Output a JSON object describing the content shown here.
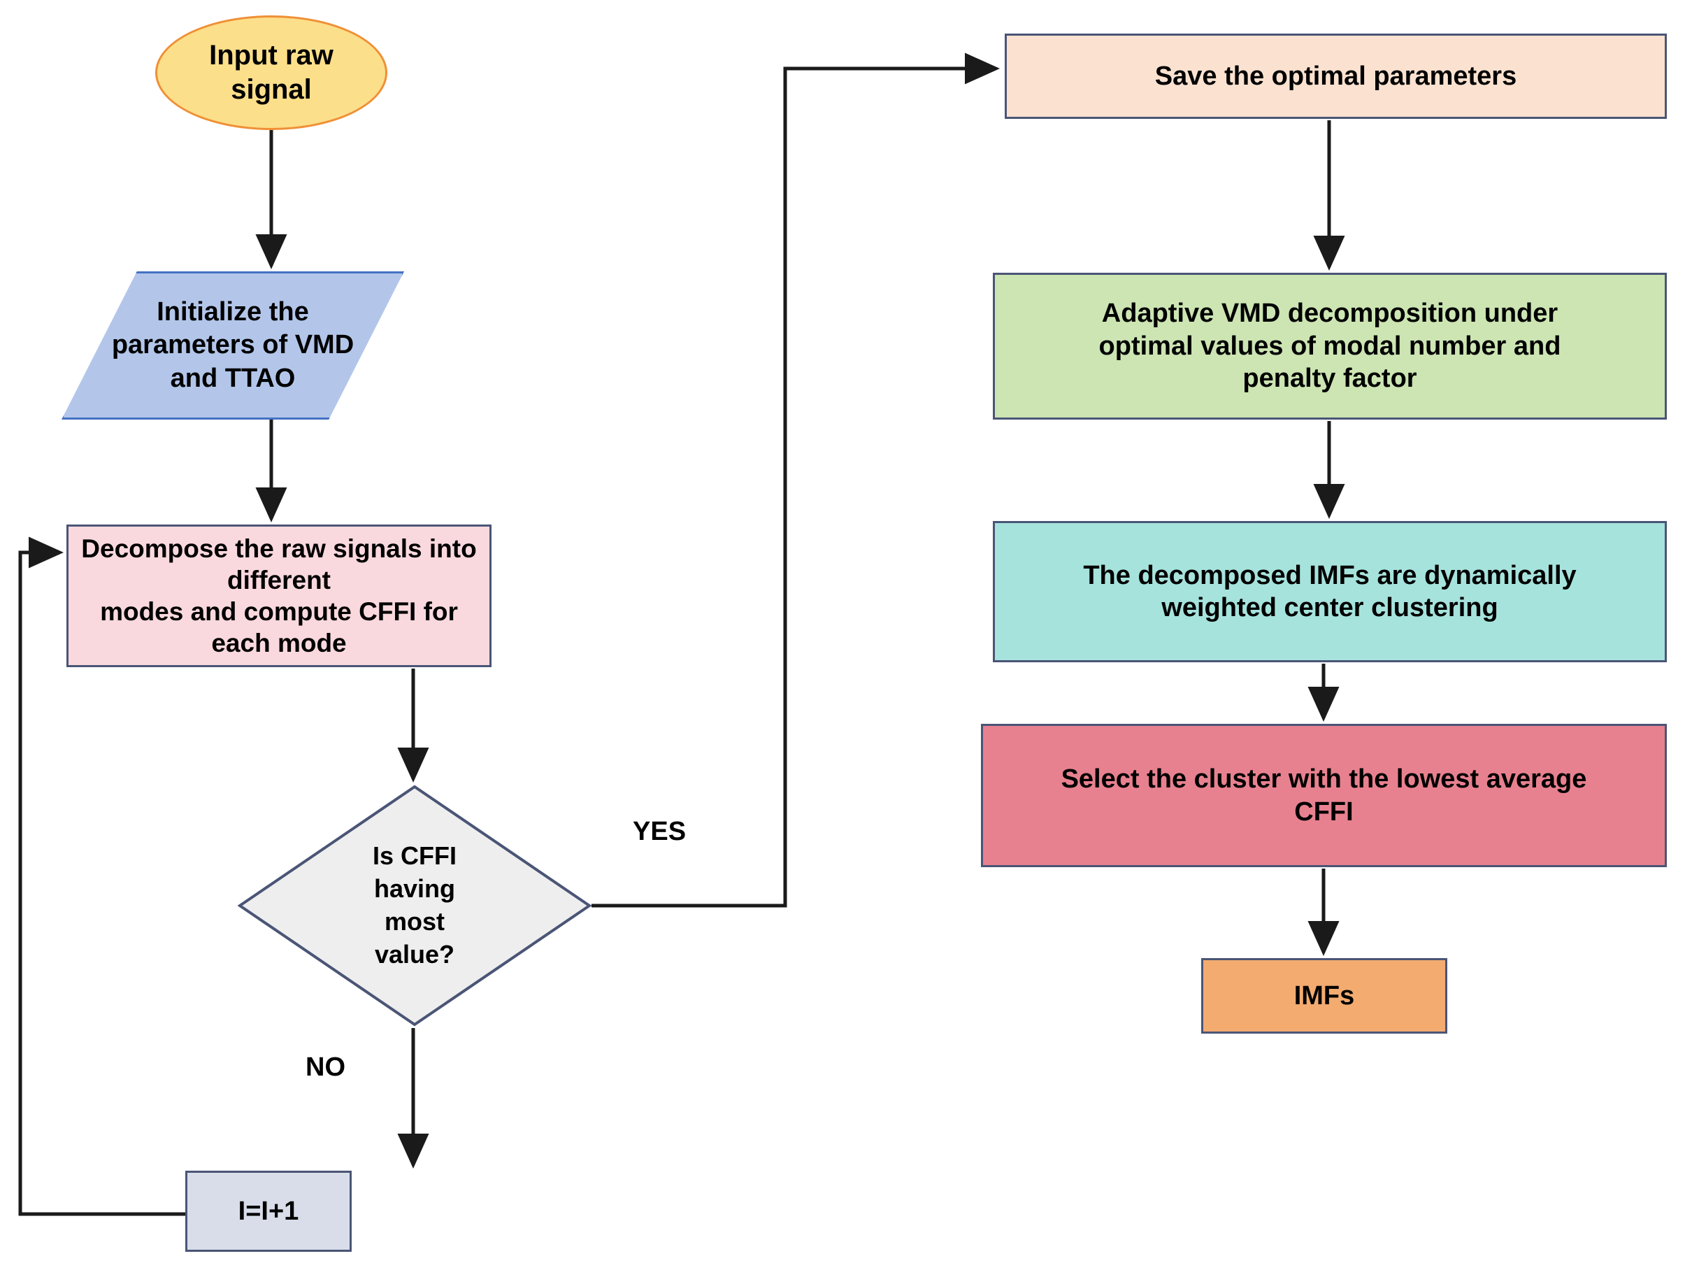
{
  "diagram": {
    "title": "Adaptive VMD with TTAO optimization flowchart",
    "nodes": {
      "start": {
        "label": "Input raw\nsignal",
        "shape": "ellipse",
        "fill": "#fcdf8a",
        "stroke": "#ef8f35"
      },
      "initialize": {
        "label": "Initialize the\nparameters of VMD\nand TTAO",
        "shape": "parallelogram",
        "fill": "#b3c6ea",
        "stroke": "#4472c4"
      },
      "decompose": {
        "label": "Decompose the raw signals into different\nmodes and compute CFFI for each mode",
        "shape": "process",
        "fill": "#fad9de",
        "stroke": "#4a5576"
      },
      "decision": {
        "label": "Is CFFI\nhaving\nmost\nvalue?",
        "shape": "diamond",
        "fill": "#eeeeee",
        "stroke": "#4a5576"
      },
      "iterate": {
        "label": "I=I+1",
        "shape": "process",
        "fill": "#d8dde9",
        "stroke": "#4a5576"
      },
      "save": {
        "label": "Save the optimal parameters",
        "shape": "process",
        "fill": "#fbe2d0",
        "stroke": "#4a5576"
      },
      "adaptive": {
        "label": "Adaptive VMD decomposition under\noptimal values of modal number and\npenalty factor",
        "shape": "process",
        "fill": "#cce5b3",
        "stroke": "#4a5576"
      },
      "cluster": {
        "label": "The decomposed IMFs are dynamically\nweighted center clustering",
        "shape": "process",
        "fill": "#a6e3dd",
        "stroke": "#4a5576"
      },
      "select": {
        "label": "Select the cluster with the lowest average\nCFFI",
        "shape": "process",
        "fill": "#e8818f",
        "stroke": "#4a5576"
      },
      "imfs": {
        "label": "IMFs",
        "shape": "process",
        "fill": "#f3ab70",
        "stroke": "#4a5576"
      }
    },
    "edge_labels": {
      "yes": "YES",
      "no": "NO"
    },
    "edges": [
      {
        "from": "start",
        "to": "initialize",
        "label": ""
      },
      {
        "from": "initialize",
        "to": "decompose",
        "label": ""
      },
      {
        "from": "decompose",
        "to": "decision",
        "label": ""
      },
      {
        "from": "decision",
        "to": "save",
        "label": "YES"
      },
      {
        "from": "decision",
        "to": "iterate",
        "label": "NO"
      },
      {
        "from": "iterate",
        "to": "decompose",
        "label": ""
      },
      {
        "from": "save",
        "to": "adaptive",
        "label": ""
      },
      {
        "from": "adaptive",
        "to": "cluster",
        "label": ""
      },
      {
        "from": "cluster",
        "to": "select",
        "label": ""
      },
      {
        "from": "select",
        "to": "imfs",
        "label": ""
      }
    ]
  }
}
